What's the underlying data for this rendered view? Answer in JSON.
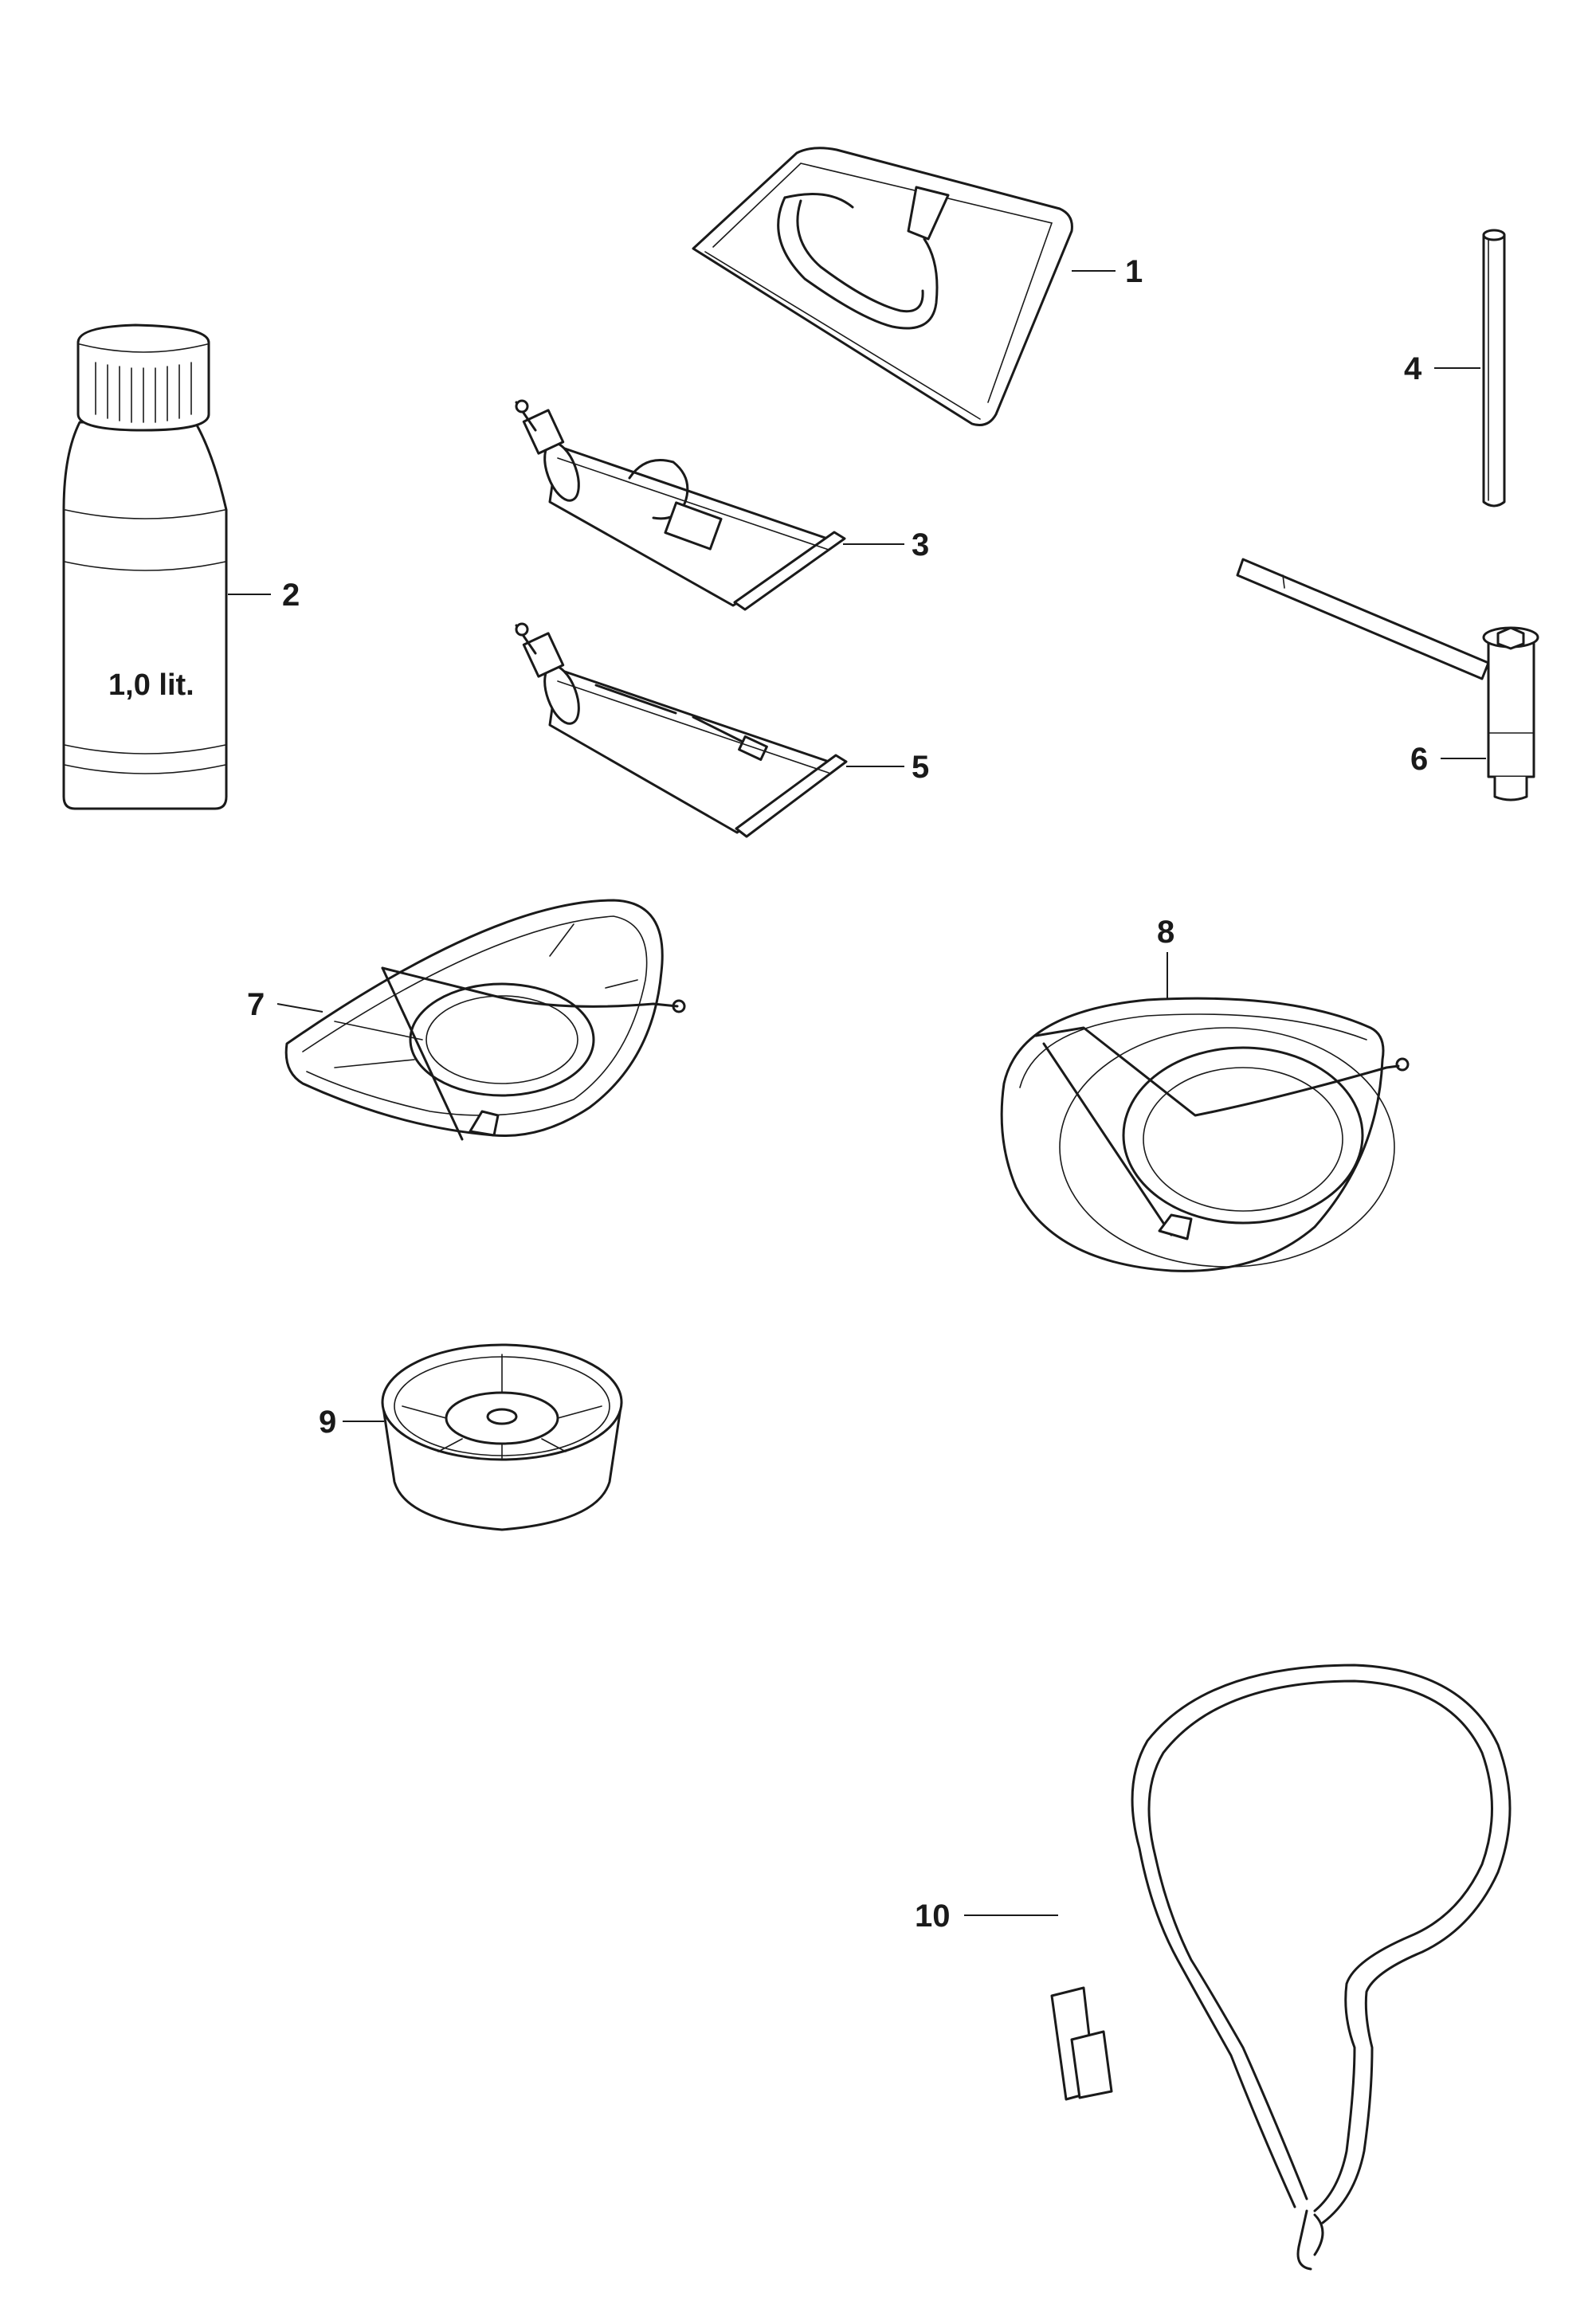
{
  "callouts": {
    "p1": "1",
    "p2": "2",
    "p3": "3",
    "p4": "4",
    "p5": "5",
    "p6": "6",
    "p7": "7",
    "p8": "8",
    "p9": "9",
    "p10": "10"
  },
  "bottle_label": "1,0 lit."
}
